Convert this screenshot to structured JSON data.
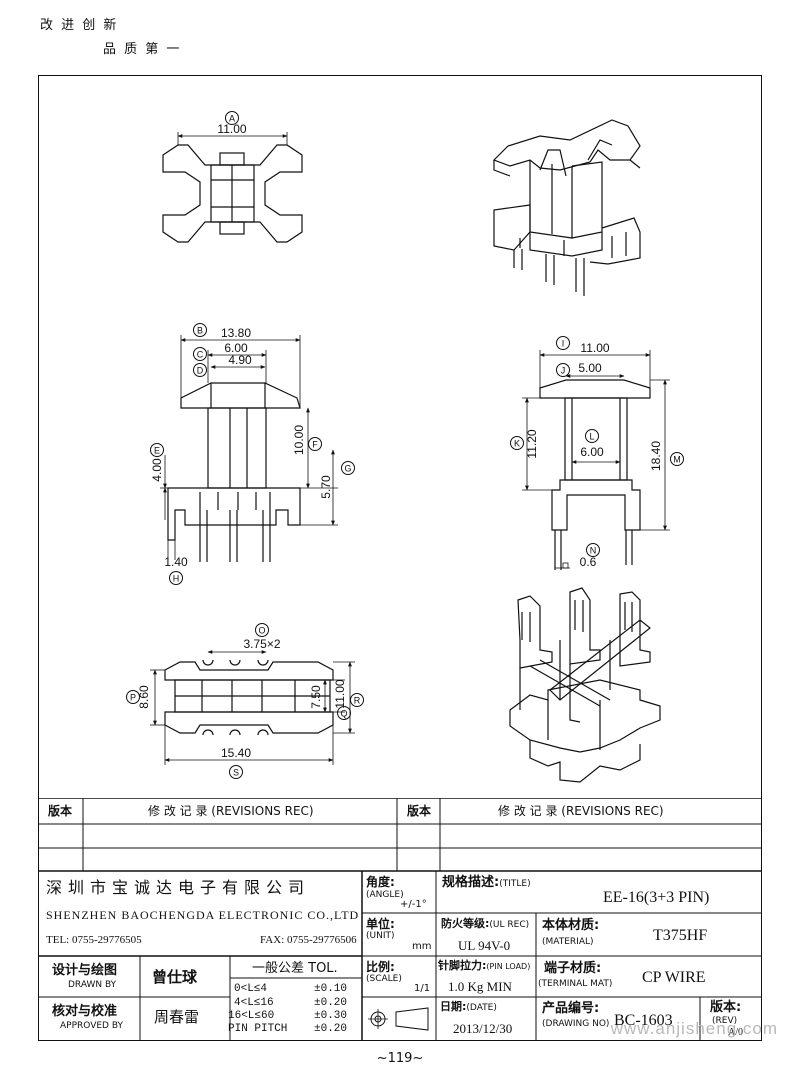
{
  "header": {
    "line1": "改 进 创 新",
    "line2": "品 质 第 一"
  },
  "drawing": {
    "dims": {
      "A": {
        "label": "A",
        "value": "11.00"
      },
      "B": {
        "label": "B",
        "value": "13.80"
      },
      "C": {
        "label": "C",
        "value": "6.00"
      },
      "D": {
        "label": "D",
        "value": "4.90"
      },
      "E": {
        "label": "E",
        "value": "4.00"
      },
      "F": {
        "label": "F",
        "value": "10.00"
      },
      "G": {
        "label": "G",
        "value": "5.70"
      },
      "H": {
        "label": "H",
        "value": "1.40"
      },
      "I": {
        "label": "I",
        "value": "11.00"
      },
      "J": {
        "label": "J",
        "value": "5.00"
      },
      "K": {
        "label": "K",
        "value": "11.20"
      },
      "L": {
        "label": "L",
        "value": "6.00"
      },
      "M": {
        "label": "M",
        "value": "18.40"
      },
      "N": {
        "label": "N",
        "value": "0.6"
      },
      "O": {
        "label": "O",
        "value": "3.75×2"
      },
      "P": {
        "label": "P",
        "value": "8.60"
      },
      "Q": {
        "label": "Q",
        "value": "7.50"
      },
      "R": {
        "label": "R",
        "value": "11.00"
      },
      "S": {
        "label": "S",
        "value": "15.40"
      }
    }
  },
  "revisions": {
    "col1": "版本",
    "col2": "修  改  记  录  (REVISIONS REC)",
    "col3": "版本",
    "col4": "修  改  记  录  (REVISIONS REC)"
  },
  "company": {
    "name_cn": "深 圳 市 宝 诚 达 电 子 有 限 公 司",
    "name_en": "SHENZHEN BAOCHENGDA ELECTRONIC CO.,LTD",
    "tel": "TEL: 0755-29776505",
    "fax": "FAX: 0755-29776506"
  },
  "angle": {
    "label": "角度:",
    "sub": "(ANGLE)",
    "value": "+/-1°"
  },
  "unit": {
    "label": "单位:",
    "sub": "(UNIT)",
    "value": "mm"
  },
  "scale": {
    "label": "比例:",
    "sub": "(SCALE)",
    "value": "1/1"
  },
  "title": {
    "label": "规格描述:",
    "sub": "(TITLE)",
    "value": "EE-16(3+3 PIN)"
  },
  "ulrec": {
    "label": "防火等级:",
    "sub": "(UL REC)",
    "value": "UL 94V-0"
  },
  "material": {
    "label": "本体材质:",
    "sub": "(MATERIAL)",
    "value": "T375HF"
  },
  "pinload": {
    "label": "针脚拉力:",
    "sub": "(PIN LOAD)",
    "value": "1.0 Kg MIN"
  },
  "terminal": {
    "label": "端子材质:",
    "sub": "(TERMINAL MAT)",
    "value": "CP WIRE"
  },
  "date": {
    "label": "日期:",
    "sub": "(DATE)",
    "value": "2013/12/30"
  },
  "drawingno": {
    "label": "产品编号:",
    "sub": "(DRAWING NO)",
    "value": "BC-1603"
  },
  "rev": {
    "label": "版本:",
    "sub": "(REV)",
    "value": "A/0"
  },
  "drawn": {
    "label": "设计与绘图",
    "sub": "DRAWN BY",
    "value": "曾仕球"
  },
  "approved": {
    "label": "核对与校准",
    "sub": "APPROVED BY",
    "value": "周春雷"
  },
  "tolerance": {
    "title": "一般公差  TOL.",
    "rows": [
      {
        "range": "0<L≤4",
        "val": "±0.10"
      },
      {
        "range": "4<L≤16",
        "val": "±0.20"
      },
      {
        "range": "16<L≤60",
        "val": "±0.30"
      },
      {
        "range": "PIN PITCH",
        "val": "±0.20"
      }
    ]
  },
  "page_number": "~119~",
  "watermark": "www.anjisheng.com"
}
